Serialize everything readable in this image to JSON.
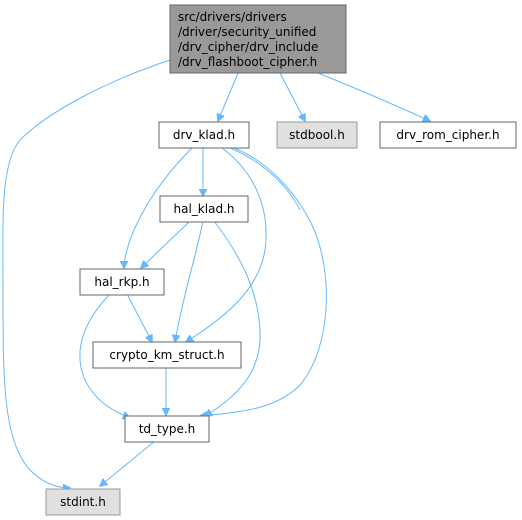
{
  "graph": {
    "nodes": {
      "root": {
        "lines": [
          "src/drivers/drivers",
          "/driver/security_unified",
          "/drv_cipher/drv_include",
          "/drv_flashboot_cipher.h"
        ],
        "kind": "root"
      },
      "drv_klad": {
        "label": "drv_klad.h",
        "kind": "plain"
      },
      "stdbool": {
        "label": "stdbool.h",
        "kind": "external"
      },
      "drv_rom_cipher": {
        "label": "drv_rom_cipher.h",
        "kind": "plain"
      },
      "hal_klad": {
        "label": "hal_klad.h",
        "kind": "plain"
      },
      "hal_rkp": {
        "label": "hal_rkp.h",
        "kind": "plain"
      },
      "crypto_km_struct": {
        "label": "crypto_km_struct.h",
        "kind": "plain"
      },
      "td_type": {
        "label": "td_type.h",
        "kind": "plain"
      },
      "stdint": {
        "label": "stdint.h",
        "kind": "external"
      }
    },
    "edges": [
      {
        "from": "root",
        "to": "drv_klad"
      },
      {
        "from": "root",
        "to": "stdbool"
      },
      {
        "from": "root",
        "to": "drv_rom_cipher"
      },
      {
        "from": "root",
        "to": "stdint"
      },
      {
        "from": "drv_klad",
        "to": "hal_klad"
      },
      {
        "from": "drv_klad",
        "to": "hal_rkp"
      },
      {
        "from": "drv_klad",
        "to": "crypto_km_struct"
      },
      {
        "from": "drv_klad",
        "to": "td_type"
      },
      {
        "from": "hal_klad",
        "to": "hal_rkp"
      },
      {
        "from": "hal_klad",
        "to": "crypto_km_struct"
      },
      {
        "from": "hal_klad",
        "to": "td_type"
      },
      {
        "from": "hal_rkp",
        "to": "crypto_km_struct"
      },
      {
        "from": "hal_rkp",
        "to": "td_type"
      },
      {
        "from": "crypto_km_struct",
        "to": "td_type"
      },
      {
        "from": "td_type",
        "to": "stdint"
      }
    ],
    "colors": {
      "edge": "#63b8ff",
      "root_fill": "#999999",
      "external_fill": "#e0e0e0",
      "node_border": "#666666"
    }
  }
}
